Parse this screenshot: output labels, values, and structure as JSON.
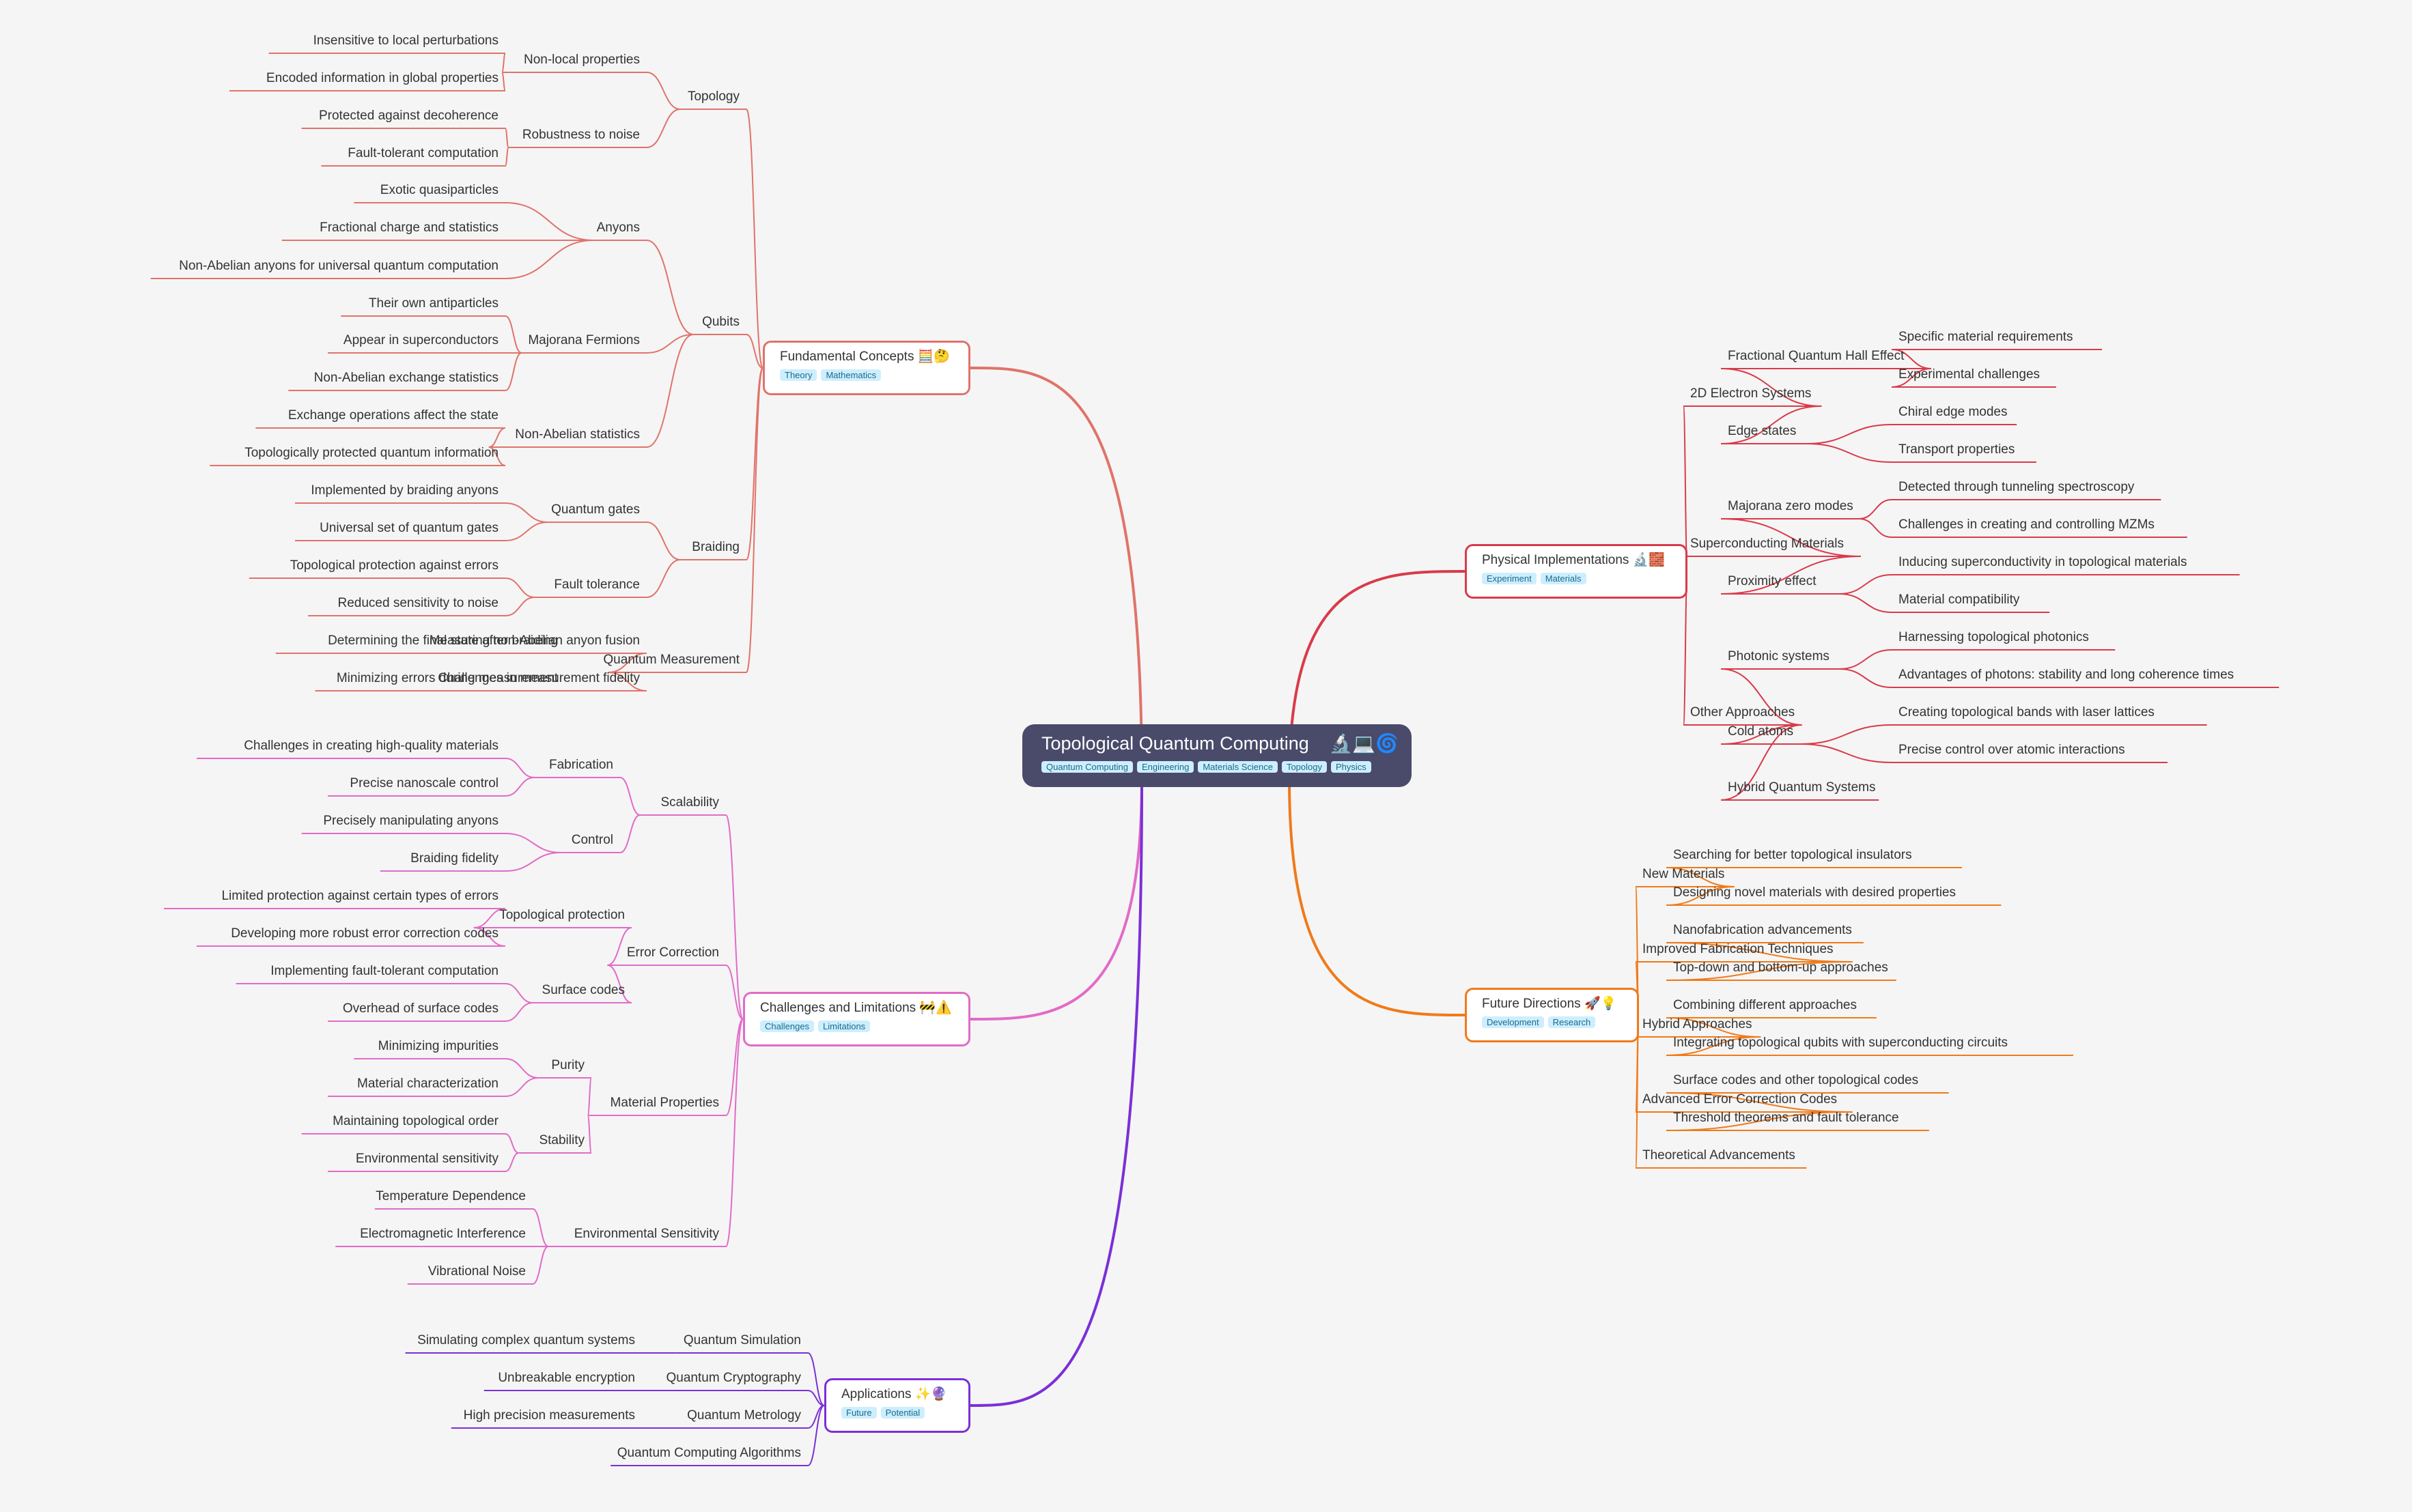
{
  "root": {
    "title": "Topological Quantum Computing",
    "emoji": "🔬💻🌀",
    "tags": [
      "Quantum Computing",
      "Engineering",
      "Materials Science",
      "Topology",
      "Physics"
    ]
  },
  "branches": [
    {
      "id": "fundamental",
      "title": "Fundamental Concepts",
      "emoji": "🧮🤔",
      "tags": [
        "Theory",
        "Mathematics"
      ],
      "color": "#e0736a",
      "children": [
        {
          "text": "Topology",
          "children": [
            {
              "text": "Non-local properties",
              "children": [
                {
                  "text": "Insensitive to local perturbations"
                },
                {
                  "text": "Encoded information in global properties"
                }
              ]
            },
            {
              "text": "Robustness to noise",
              "children": [
                {
                  "text": "Protected against decoherence"
                },
                {
                  "text": "Fault-tolerant computation"
                }
              ]
            }
          ]
        },
        {
          "text": "Qubits",
          "children": [
            {
              "text": "Anyons",
              "children": [
                {
                  "text": "Exotic quasiparticles"
                },
                {
                  "text": "Fractional charge and statistics"
                },
                {
                  "text": "Non-Abelian anyons for universal quantum computation"
                }
              ]
            },
            {
              "text": "Majorana Fermions",
              "children": [
                {
                  "text": "Their own antiparticles"
                },
                {
                  "text": "Appear in superconductors"
                },
                {
                  "text": "Non-Abelian exchange statistics"
                }
              ]
            },
            {
              "text": "Non-Abelian statistics",
              "children": [
                {
                  "text": "Exchange operations affect the state"
                },
                {
                  "text": "Topologically protected quantum information"
                }
              ]
            }
          ]
        },
        {
          "text": "Braiding",
          "children": [
            {
              "text": "Quantum gates",
              "children": [
                {
                  "text": "Implemented by braiding anyons"
                },
                {
                  "text": "Universal set of quantum gates"
                }
              ]
            },
            {
              "text": "Fault tolerance",
              "children": [
                {
                  "text": "Topological protection against errors"
                },
                {
                  "text": "Reduced sensitivity to noise"
                }
              ]
            }
          ]
        },
        {
          "text": "Quantum Measurement",
          "children": [
            {
              "text": "Measuring non-Abelian anyon fusion",
              "children": [
                {
                  "text": "Determining the final state after braiding"
                }
              ]
            },
            {
              "text": "Challenges in measurement fidelity",
              "children": [
                {
                  "text": "Minimizing errors during measurement"
                }
              ]
            }
          ]
        }
      ]
    },
    {
      "id": "challenges",
      "title": "Challenges and Limitations",
      "emoji": "🚧⚠️",
      "tags": [
        "Challenges",
        "Limitations"
      ],
      "color": "#e26bc7",
      "children": [
        {
          "text": "Scalability",
          "children": [
            {
              "text": "Fabrication",
              "children": [
                {
                  "text": "Challenges in creating high-quality materials"
                },
                {
                  "text": "Precise nanoscale control"
                }
              ]
            },
            {
              "text": "Control",
              "children": [
                {
                  "text": "Precisely manipulating anyons"
                },
                {
                  "text": "Braiding fidelity"
                }
              ]
            }
          ]
        },
        {
          "text": "Error Correction",
          "children": [
            {
              "text": "Topological protection",
              "children": [
                {
                  "text": "Limited protection against certain types of errors"
                },
                {
                  "text": "Developing more robust error correction codes"
                }
              ]
            },
            {
              "text": "Surface codes",
              "children": [
                {
                  "text": "Implementing fault-tolerant computation"
                },
                {
                  "text": "Overhead of surface codes"
                }
              ]
            }
          ]
        },
        {
          "text": "Material Properties",
          "children": [
            {
              "text": "Purity",
              "children": [
                {
                  "text": "Minimizing impurities"
                },
                {
                  "text": "Material characterization"
                }
              ]
            },
            {
              "text": "Stability",
              "children": [
                {
                  "text": "Maintaining topological order"
                },
                {
                  "text": "Environmental sensitivity"
                }
              ]
            }
          ]
        },
        {
          "text": "Environmental Sensitivity",
          "children": [
            {
              "text": "Temperature Dependence"
            },
            {
              "text": "Electromagnetic Interference"
            },
            {
              "text": "Vibrational Noise"
            }
          ]
        }
      ]
    },
    {
      "id": "applications",
      "title": "Applications",
      "emoji": "✨🔮",
      "tags": [
        "Future",
        "Potential"
      ],
      "color": "#7b2fd8",
      "children": [
        {
          "text": "Quantum Simulation",
          "children": [
            {
              "text": "Simulating complex quantum systems"
            }
          ]
        },
        {
          "text": "Quantum Cryptography",
          "children": [
            {
              "text": "Unbreakable encryption"
            }
          ]
        },
        {
          "text": "Quantum Metrology",
          "children": [
            {
              "text": "High precision measurements"
            }
          ]
        },
        {
          "text": "Quantum Computing Algorithms"
        }
      ]
    },
    {
      "id": "physical",
      "title": "Physical Implementations",
      "emoji": "🔬🧱",
      "tags": [
        "Experiment",
        "Materials"
      ],
      "color": "#d93a4a",
      "children": [
        {
          "text": "2D Electron Systems",
          "children": [
            {
              "text": "Fractional Quantum Hall Effect",
              "children": [
                {
                  "text": "Specific material requirements"
                },
                {
                  "text": "Experimental challenges"
                }
              ]
            },
            {
              "text": "Edge states",
              "children": [
                {
                  "text": "Chiral edge modes"
                },
                {
                  "text": "Transport properties"
                }
              ]
            }
          ]
        },
        {
          "text": "Superconducting Materials",
          "children": [
            {
              "text": "Majorana zero modes",
              "children": [
                {
                  "text": "Detected through tunneling spectroscopy"
                },
                {
                  "text": "Challenges in creating and controlling MZMs"
                }
              ]
            },
            {
              "text": "Proximity effect",
              "children": [
                {
                  "text": "Inducing superconductivity in topological materials"
                },
                {
                  "text": "Material compatibility"
                }
              ]
            }
          ]
        },
        {
          "text": "Other Approaches",
          "children": [
            {
              "text": "Photonic systems",
              "children": [
                {
                  "text": "Harnessing topological photonics"
                },
                {
                  "text": "Advantages of photons: stability and long coherence times"
                }
              ]
            },
            {
              "text": "Cold atoms",
              "children": [
                {
                  "text": "Creating topological bands with laser lattices"
                },
                {
                  "text": "Precise control over atomic interactions"
                }
              ]
            },
            {
              "text": "Hybrid Quantum Systems"
            }
          ]
        }
      ]
    },
    {
      "id": "future",
      "title": "Future Directions",
      "emoji": "🚀💡",
      "tags": [
        "Development",
        "Research"
      ],
      "color": "#f07a1a",
      "children": [
        {
          "text": "New Materials",
          "children": [
            {
              "text": "Searching for better topological insulators"
            },
            {
              "text": "Designing novel materials with desired properties"
            }
          ]
        },
        {
          "text": "Improved Fabrication Techniques",
          "children": [
            {
              "text": "Nanofabrication advancements"
            },
            {
              "text": "Top-down and bottom-up approaches"
            }
          ]
        },
        {
          "text": "Hybrid Approaches",
          "children": [
            {
              "text": "Combining different approaches"
            },
            {
              "text": "Integrating topological qubits with superconducting circuits"
            }
          ]
        },
        {
          "text": "Advanced Error Correction Codes",
          "children": [
            {
              "text": "Surface codes and other topological codes"
            },
            {
              "text": "Threshold theorems and fault tolerance"
            }
          ]
        },
        {
          "text": "Theoretical Advancements"
        }
      ]
    }
  ]
}
